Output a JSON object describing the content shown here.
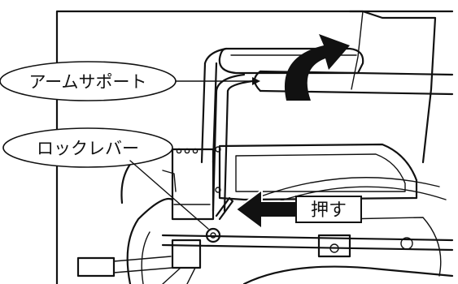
{
  "callouts": {
    "arm_support": "アームサポート",
    "lock_lever": "ロックレバー",
    "push": "押す"
  },
  "icons": {
    "curved_arrow": "curved-up-arrow-icon",
    "push_arrow": "left-arrow-icon"
  },
  "colors": {
    "ink": "#111111",
    "paper": "#ffffff",
    "frame_fill": "#f4f4f4"
  }
}
